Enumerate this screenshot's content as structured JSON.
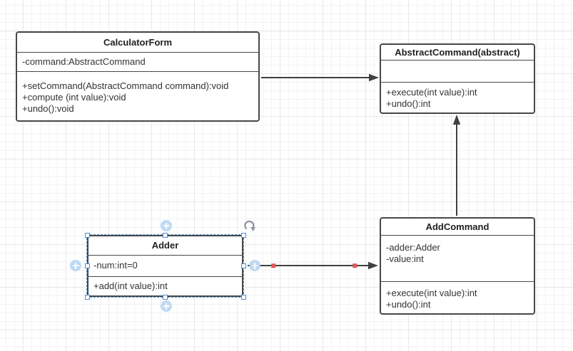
{
  "canvas": {
    "type": "uml-class-diagram-editor"
  },
  "classes": {
    "calculator_form": {
      "title": "CalculatorForm",
      "attributes": [
        "-command:AbstractCommand"
      ],
      "methods": [
        "+setCommand(AbstractCommand command):void",
        "+compute (int value):void",
        "+undo():void"
      ]
    },
    "abstract_command": {
      "title": "AbstractCommand(abstract)",
      "attributes": [],
      "methods": [
        "+execute(int value):int",
        "+undo():int"
      ]
    },
    "add_command": {
      "title": "AddCommand",
      "attributes": [
        "-adder:Adder",
        "-value:int"
      ],
      "methods": [
        "+execute(int value):int",
        "+undo():int"
      ]
    },
    "adder": {
      "title": "Adder",
      "attributes": [
        "-num:int=0"
      ],
      "methods": [
        "+add(int value):int"
      ],
      "selected": true
    }
  },
  "edges": [
    {
      "from": "CalculatorForm",
      "to": "AbstractCommand(abstract)",
      "style": "solid-line-filled-arrow"
    },
    {
      "from": "AddCommand",
      "to": "AbstractCommand(abstract)",
      "style": "solid-line-filled-arrow"
    },
    {
      "from": "Adder",
      "to": "AddCommand",
      "style": "solid-line-filled-arrow",
      "selected": true,
      "waypoints": 2
    }
  ],
  "colors": {
    "shape_stroke": "#474747",
    "text": "#333333",
    "selection_blue": "#4a8fd3",
    "connect_handle_blue": "#b9d7f4",
    "waypoint_red": "#e05a5a",
    "rotate_icon_gray": "#8a93a3",
    "grid_minor": "#f3f3f6",
    "grid_major": "#e8e8ec",
    "canvas_bg": "#ffffff"
  }
}
